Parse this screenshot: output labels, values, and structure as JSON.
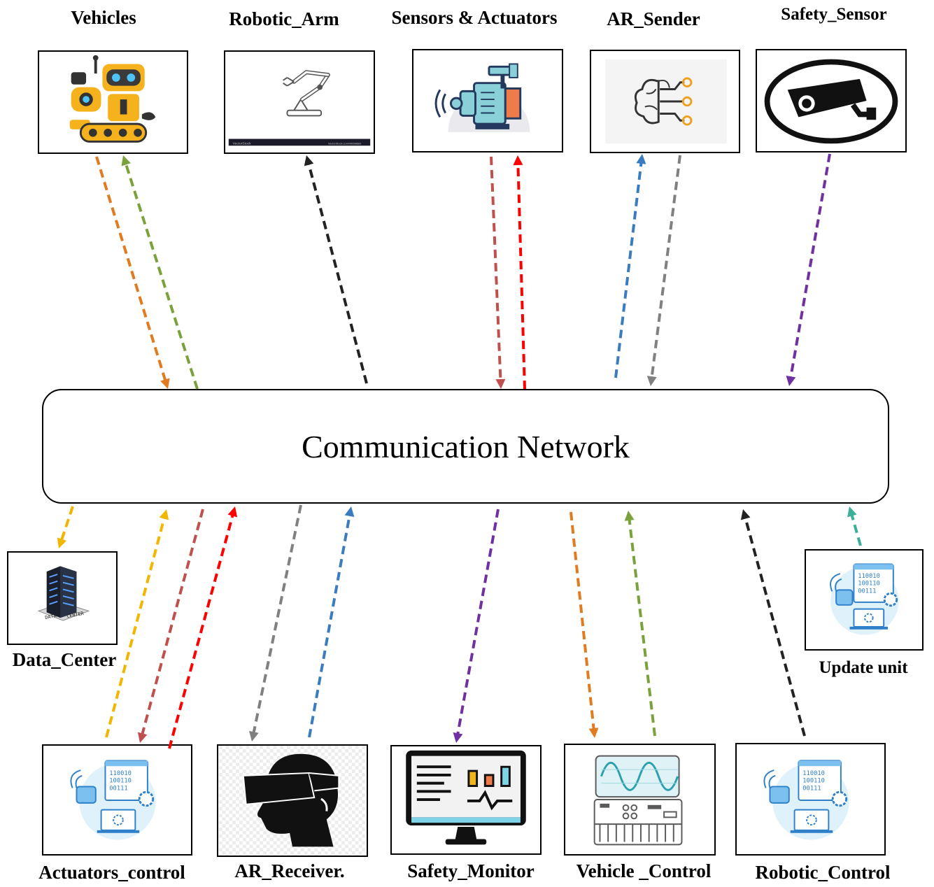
{
  "network": {
    "label": "Communication Network"
  },
  "top_nodes": [
    {
      "id": "vehicles",
      "label": "Vehicles",
      "icon": "robot-vehicle-icon"
    },
    {
      "id": "robotic-arm",
      "label": "Robotic_Arm",
      "icon": "robotic-arm-icon",
      "watermark_left": "VectorStock",
      "watermark_right": "VectorStock.com/49698883"
    },
    {
      "id": "sensors-actuators",
      "label": "Sensors & Actuators",
      "icon": "sensor-actuator-icon"
    },
    {
      "id": "ar-sender",
      "label": "AR_Sender",
      "icon": "brain-circuit-icon"
    },
    {
      "id": "safety-sensor",
      "label": "Safety_Sensor",
      "icon": "security-camera-icon"
    }
  ],
  "side_nodes": [
    {
      "id": "data-center",
      "label": "Data_Center",
      "icon": "data-center-server-icon",
      "icon_text": [
        "DATA",
        "CENTER"
      ]
    },
    {
      "id": "update-unit",
      "label": "Update unit",
      "icon": "software-update-icon",
      "icon_text": [
        "110010",
        "100110",
        "00111"
      ]
    }
  ],
  "bottom_nodes": [
    {
      "id": "actuators-control",
      "label": "Actuators_control",
      "icon": "software-control-icon",
      "icon_text": [
        "110010",
        "100110",
        "00111"
      ]
    },
    {
      "id": "ar-receiver",
      "label": "AR_Receiver.",
      "icon": "vr-headset-icon"
    },
    {
      "id": "safety-monitor",
      "label": "Safety_Monitor",
      "icon": "monitor-dashboard-icon"
    },
    {
      "id": "vehicle-control",
      "label": "Vehicle _Control",
      "icon": "signal-controller-icon"
    },
    {
      "id": "robotic-control",
      "label": "Robotic_Control",
      "icon": "software-control-icon",
      "icon_text": [
        "110010",
        "100110",
        "00111"
      ]
    }
  ],
  "arrows": [
    {
      "name": "vehicles-to-network",
      "color": "#e07b20"
    },
    {
      "name": "network-to-vehicles",
      "color": "#7aa23a"
    },
    {
      "name": "network-to-robotic-arm",
      "color": "#222222"
    },
    {
      "name": "sensors-to-network",
      "color": "#c0504d"
    },
    {
      "name": "network-to-sensors",
      "color": "#ff0000"
    },
    {
      "name": "network-to-ar-sender",
      "color": "#3b7bbf"
    },
    {
      "name": "ar-sender-to-network",
      "color": "#808080"
    },
    {
      "name": "safety-sensor-to-network",
      "color": "#7030a0"
    },
    {
      "name": "network-to-data-center",
      "color": "#f2b600"
    },
    {
      "name": "actuators-control-to-network",
      "color": "#f2b600"
    },
    {
      "name": "network-to-actuators-control-a",
      "color": "#c0504d"
    },
    {
      "name": "actuators-control-b-to-network",
      "color": "#ff0000"
    },
    {
      "name": "network-to-ar-receiver",
      "color": "#808080"
    },
    {
      "name": "ar-receiver-to-network",
      "color": "#3b7bbf"
    },
    {
      "name": "network-to-safety-monitor",
      "color": "#7030a0"
    },
    {
      "name": "network-to-vehicle-control",
      "color": "#e07b20"
    },
    {
      "name": "vehicle-control-to-network",
      "color": "#7aa23a"
    },
    {
      "name": "robotic-control-to-network",
      "color": "#222222"
    },
    {
      "name": "update-unit-to-network",
      "color": "#3aaf9a"
    }
  ]
}
